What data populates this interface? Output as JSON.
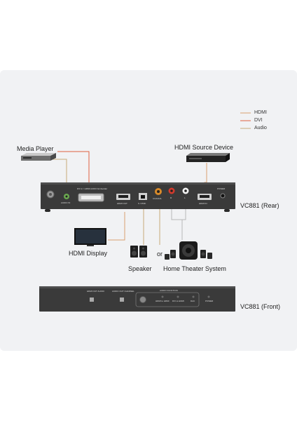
{
  "legend": {
    "items": [
      {
        "label": "HDMI",
        "color": "#d9a070"
      },
      {
        "label": "DVI",
        "color": "#e06040"
      },
      {
        "label": "Audio",
        "color": "#c8aa78"
      }
    ]
  },
  "devices": {
    "media_player": "Media Player",
    "hdmi_source": "HDMI Source Device",
    "hdmi_display": "HDMI Display",
    "speaker": "Speaker",
    "or_text": "or",
    "home_theater": "Home Theater System"
  },
  "rear_panel": {
    "caption": "VC881 (Rear)",
    "audio_in": "AUDIO IN",
    "dvi_label": "DVI in / HDMI AUDIO Embedder",
    "hdmi_out": "HDMI OUT",
    "spdif": "S / PDIF",
    "coaxial": "COAXIAL",
    "r": "R",
    "l": "L",
    "hdmi_in": "HDMI IN",
    "power": "POWER"
  },
  "front_panel": {
    "caption": "VC881 (Front)",
    "hdmi_out_audio": "HDMI OUT AUDIO",
    "audio_out_channel": "AUDIO OUT CHANNEL",
    "audio_function": "AUDIO FUNCTION",
    "hdmi_to_hdmi": "HDMI to HDMI",
    "dvi_to_hdmi": "DVI to HDMI",
    "dac": "DAC",
    "power": "POWER"
  }
}
